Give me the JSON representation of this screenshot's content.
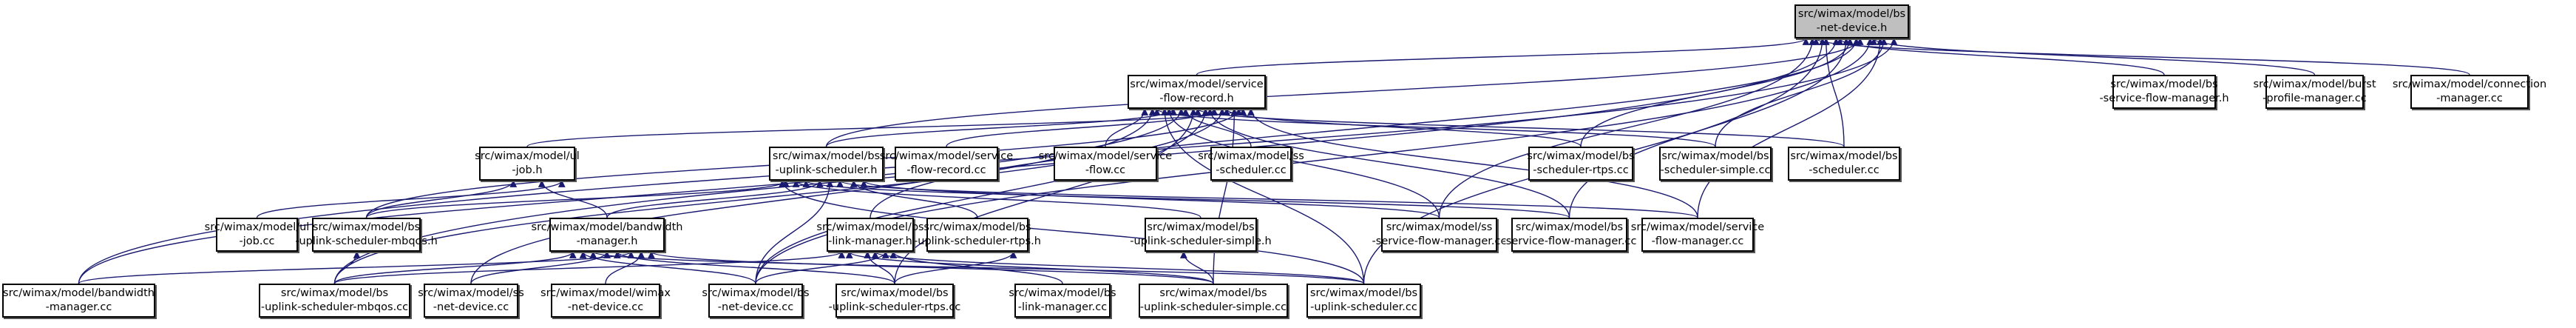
{
  "diagram": {
    "title": "src/wimax/model/bs-net-device.h include dependency graph",
    "edge_color": "#191970",
    "root_fill": "#bfbfbf",
    "nodes": [
      {
        "id": "bs-net-device-h",
        "line1": "src/wimax/model/bs",
        "line2": "-net-device.h",
        "root": true
      },
      {
        "id": "service-flow-record-h",
        "line1": "src/wimax/model/service",
        "line2": "-flow-record.h"
      },
      {
        "id": "bs-service-flow-manager-h",
        "line1": "src/wimax/model/bs",
        "line2": "-service-flow-manager.h"
      },
      {
        "id": "burst-profile-manager-cc",
        "line1": "src/wimax/model/burst",
        "line2": "-profile-manager.cc"
      },
      {
        "id": "connection-manager-cc",
        "line1": "src/wimax/model/connection",
        "line2": "-manager.cc"
      },
      {
        "id": "ul-job-h",
        "line1": "src/wimax/model/ul",
        "line2": "-job.h"
      },
      {
        "id": "bs-uplink-scheduler-h",
        "line1": "src/wimax/model/bs",
        "line2": "-uplink-scheduler.h"
      },
      {
        "id": "service-flow-record-cc",
        "line1": "src/wimax/model/service",
        "line2": "-flow-record.cc"
      },
      {
        "id": "service-flow-cc",
        "line1": "src/wimax/model/service",
        "line2": "-flow.cc"
      },
      {
        "id": "ss-scheduler-cc",
        "line1": "src/wimax/model/ss",
        "line2": "-scheduler.cc"
      },
      {
        "id": "bs-scheduler-rtps-cc",
        "line1": "src/wimax/model/bs",
        "line2": "-scheduler-rtps.cc"
      },
      {
        "id": "bs-scheduler-simple-cc",
        "line1": "src/wimax/model/bs",
        "line2": "-scheduler-simple.cc"
      },
      {
        "id": "bs-scheduler-cc",
        "line1": "src/wimax/model/bs",
        "line2": "-scheduler.cc"
      },
      {
        "id": "ul-job-cc",
        "line1": "src/wimax/model/ul",
        "line2": "-job.cc"
      },
      {
        "id": "bs-uplink-scheduler-mbqos-h",
        "line1": "src/wimax/model/bs",
        "line2": "-uplink-scheduler-mbqos.h"
      },
      {
        "id": "bandwidth-manager-h",
        "line1": "src/wimax/model/bandwidth",
        "line2": "-manager.h"
      },
      {
        "id": "bs-link-manager-h",
        "line1": "src/wimax/model/bs",
        "line2": "-link-manager.h"
      },
      {
        "id": "bs-uplink-scheduler-rtps-h",
        "line1": "src/wimax/model/bs",
        "line2": "-uplink-scheduler-rtps.h"
      },
      {
        "id": "bs-uplink-scheduler-simple-h",
        "line1": "src/wimax/model/bs",
        "line2": "-uplink-scheduler-simple.h"
      },
      {
        "id": "ss-service-flow-manager-cc",
        "line1": "src/wimax/model/ss",
        "line2": "-service-flow-manager.cc"
      },
      {
        "id": "bs-service-flow-manager-cc",
        "line1": "src/wimax/model/bs",
        "line2": "-service-flow-manager.cc"
      },
      {
        "id": "service-flow-manager-cc",
        "line1": "src/wimax/model/service",
        "line2": "-flow-manager.cc"
      },
      {
        "id": "bandwidth-manager-cc",
        "line1": "src/wimax/model/bandwidth",
        "line2": "-manager.cc"
      },
      {
        "id": "bs-uplink-scheduler-mbqos-cc",
        "line1": "src/wimax/model/bs",
        "line2": "-uplink-scheduler-mbqos.cc"
      },
      {
        "id": "ss-net-device-cc",
        "line1": "src/wimax/model/ss",
        "line2": "-net-device.cc"
      },
      {
        "id": "wimax-net-device-cc",
        "line1": "src/wimax/model/wimax",
        "line2": "-net-device.cc"
      },
      {
        "id": "bs-net-device-cc",
        "line1": "src/wimax/model/bs",
        "line2": "-net-device.cc"
      },
      {
        "id": "bs-uplink-scheduler-rtps-cc",
        "line1": "src/wimax/model/bs",
        "line2": "-uplink-scheduler-rtps.cc"
      },
      {
        "id": "bs-link-manager-cc",
        "line1": "src/wimax/model/bs",
        "line2": "-link-manager.cc"
      },
      {
        "id": "bs-uplink-scheduler-simple-cc",
        "line1": "src/wimax/model/bs",
        "line2": "-uplink-scheduler-simple.cc"
      },
      {
        "id": "bs-uplink-scheduler-cc",
        "line1": "src/wimax/model/bs",
        "line2": "-uplink-scheduler.cc"
      }
    ],
    "edges": [
      [
        "service-flow-record-h",
        "bs-net-device-h"
      ],
      [
        "bs-service-flow-manager-h",
        "bs-net-device-h"
      ],
      [
        "burst-profile-manager-cc",
        "bs-net-device-h"
      ],
      [
        "connection-manager-cc",
        "bs-net-device-h"
      ],
      [
        "bs-scheduler-rtps-cc",
        "bs-net-device-h"
      ],
      [
        "bs-scheduler-simple-cc",
        "bs-net-device-h"
      ],
      [
        "bs-scheduler-cc",
        "bs-net-device-h"
      ],
      [
        "bs-uplink-scheduler-h",
        "bs-net-device-h"
      ],
      [
        "bandwidth-manager-cc",
        "bs-net-device-h"
      ],
      [
        "bs-uplink-scheduler-mbqos-cc",
        "bs-net-device-h"
      ],
      [
        "bs-net-device-cc",
        "bs-net-device-h"
      ],
      [
        "ss-service-flow-manager-cc",
        "bs-net-device-h"
      ],
      [
        "bs-service-flow-manager-cc",
        "bs-net-device-h"
      ],
      [
        "service-flow-manager-cc",
        "bs-net-device-h"
      ],
      [
        "bs-uplink-scheduler-cc",
        "bs-net-device-h"
      ],
      [
        "bs-link-manager-h",
        "bs-net-device-h"
      ],
      [
        "ul-job-h",
        "service-flow-record-h"
      ],
      [
        "bs-uplink-scheduler-h",
        "service-flow-record-h"
      ],
      [
        "service-flow-record-cc",
        "service-flow-record-h"
      ],
      [
        "service-flow-cc",
        "service-flow-record-h"
      ],
      [
        "ss-scheduler-cc",
        "service-flow-record-h"
      ],
      [
        "bs-scheduler-rtps-cc",
        "service-flow-record-h"
      ],
      [
        "bs-scheduler-simple-cc",
        "service-flow-record-h"
      ],
      [
        "bs-scheduler-cc",
        "service-flow-record-h"
      ],
      [
        "bs-uplink-scheduler-mbqos-h",
        "service-flow-record-h"
      ],
      [
        "ss-service-flow-manager-cc",
        "service-flow-record-h"
      ],
      [
        "bs-service-flow-manager-cc",
        "service-flow-record-h"
      ],
      [
        "service-flow-manager-cc",
        "service-flow-record-h"
      ],
      [
        "bandwidth-manager-cc",
        "service-flow-record-h"
      ],
      [
        "bs-uplink-scheduler-mbqos-cc",
        "service-flow-record-h"
      ],
      [
        "ss-net-device-cc",
        "service-flow-record-h"
      ],
      [
        "bs-uplink-scheduler-rtps-cc",
        "service-flow-record-h"
      ],
      [
        "bs-uplink-scheduler-simple-cc",
        "service-flow-record-h"
      ],
      [
        "bs-uplink-scheduler-cc",
        "service-flow-record-h"
      ],
      [
        "bs-net-device-cc",
        "service-flow-record-h"
      ],
      [
        "ul-job-cc",
        "ul-job-h"
      ],
      [
        "bs-uplink-scheduler-mbqos-h",
        "ul-job-h"
      ],
      [
        "bandwidth-manager-h",
        "ul-job-h"
      ],
      [
        "bs-uplink-scheduler-mbqos-h",
        "bs-uplink-scheduler-h"
      ],
      [
        "bandwidth-manager-h",
        "bs-uplink-scheduler-h"
      ],
      [
        "bs-uplink-scheduler-rtps-h",
        "bs-uplink-scheduler-h"
      ],
      [
        "bs-uplink-scheduler-simple-h",
        "bs-uplink-scheduler-h"
      ],
      [
        "bs-net-device-cc",
        "bs-uplink-scheduler-h"
      ],
      [
        "ss-service-flow-manager-cc",
        "bs-uplink-scheduler-h"
      ],
      [
        "bs-service-flow-manager-cc",
        "bs-uplink-scheduler-h"
      ],
      [
        "service-flow-manager-cc",
        "bs-uplink-scheduler-h"
      ],
      [
        "bs-uplink-scheduler-cc",
        "bs-uplink-scheduler-h"
      ],
      [
        "bs-uplink-scheduler-mbqos-cc",
        "bs-uplink-scheduler-mbqos-h"
      ],
      [
        "bandwidth-manager-cc",
        "bandwidth-manager-h"
      ],
      [
        "bs-uplink-scheduler-mbqos-cc",
        "bandwidth-manager-h"
      ],
      [
        "ss-net-device-cc",
        "bandwidth-manager-h"
      ],
      [
        "wimax-net-device-cc",
        "bandwidth-manager-h"
      ],
      [
        "bs-net-device-cc",
        "bandwidth-manager-h"
      ],
      [
        "bs-uplink-scheduler-rtps-cc",
        "bandwidth-manager-h"
      ],
      [
        "bs-uplink-scheduler-simple-cc",
        "bandwidth-manager-h"
      ],
      [
        "bs-uplink-scheduler-cc",
        "bandwidth-manager-h"
      ],
      [
        "bs-net-device-cc",
        "bs-link-manager-h"
      ],
      [
        "bs-uplink-scheduler-mbqos-cc",
        "bs-link-manager-h"
      ],
      [
        "bs-uplink-scheduler-rtps-cc",
        "bs-link-manager-h"
      ],
      [
        "bs-link-manager-cc",
        "bs-link-manager-h"
      ],
      [
        "bs-uplink-scheduler-simple-cc",
        "bs-link-manager-h"
      ],
      [
        "bs-uplink-scheduler-cc",
        "bs-link-manager-h"
      ],
      [
        "bs-uplink-scheduler-rtps-cc",
        "bs-uplink-scheduler-rtps-h"
      ],
      [
        "bs-uplink-scheduler-simple-cc",
        "bs-uplink-scheduler-simple-h"
      ]
    ]
  }
}
